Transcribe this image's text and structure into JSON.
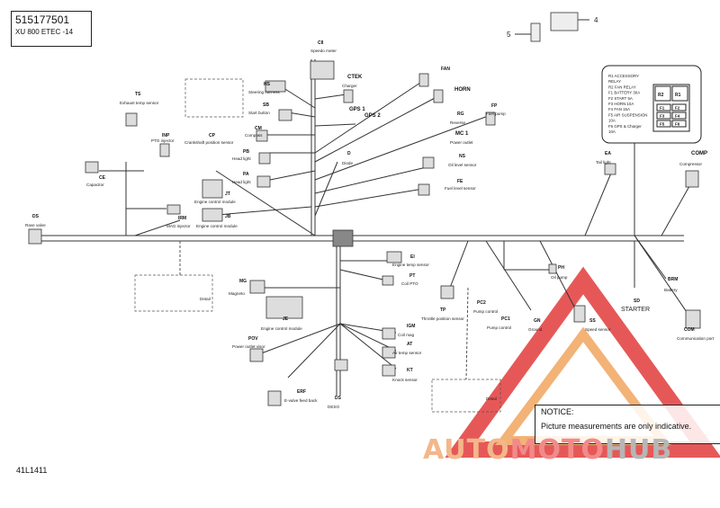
{
  "header": {
    "part_number": "515177501",
    "model": "XU 800 ETEC -14"
  },
  "reference_code": "41L1411",
  "notice": {
    "title": "NOTICE:",
    "text": "Picture measurements are only indicative."
  },
  "watermark": {
    "part1": "AUTO",
    "part2": "MOTO",
    "part3": "HUB"
  },
  "callouts": {
    "c4": "4",
    "c5": "5"
  },
  "fuse_legend": {
    "lines": [
      "R1 ACCESSORY",
      "RELAY",
      "R2 FAN RELAY",
      "F1 BATTERY 30A",
      "F2 START 5A",
      "F3 HORN 10A",
      "F4 FAN 15A",
      "F5 AIR SUSPENSION",
      "10A",
      "F6 GPS & Charger",
      "10A"
    ],
    "relays": [
      "R2",
      "R1"
    ],
    "fuses": [
      "F1",
      "F2",
      "F3",
      "F4",
      "F5",
      "F6"
    ]
  },
  "components": [
    {
      "id": "speedo",
      "code": "CII",
      "name": "Speedo meter"
    },
    {
      "id": "charger",
      "code": "CTEK",
      "name": "Charger"
    },
    {
      "id": "fan",
      "code": "FAN",
      "name": ""
    },
    {
      "id": "horn",
      "code": "HORN",
      "name": ""
    },
    {
      "id": "steering",
      "code": "HS",
      "name": "Steering harness"
    },
    {
      "id": "start",
      "code": "SB",
      "name": "Start button"
    },
    {
      "id": "exhaust",
      "code": "TS",
      "name": "Exhaust temp sensor"
    },
    {
      "id": "gps1",
      "code": "GPS 1",
      "name": ""
    },
    {
      "id": "gps2",
      "code": "GPS 2",
      "name": ""
    },
    {
      "id": "reverse",
      "code": "RG",
      "name": "Reverse"
    },
    {
      "id": "fuelpump",
      "code": "FP",
      "name": "Fuel pump"
    },
    {
      "id": "compass",
      "code": "CM",
      "name": "Compass"
    },
    {
      "id": "crank",
      "code": "CP",
      "name": "Crankshaft position sensor"
    },
    {
      "id": "pto",
      "code": "INP",
      "name": "PTO injector"
    },
    {
      "id": "headlight1",
      "code": "PB",
      "name": "Head light"
    },
    {
      "id": "headlight2",
      "code": "PA",
      "name": "Head light"
    },
    {
      "id": "diode",
      "code": "D",
      "name": "Diode"
    },
    {
      "id": "poweroutlet",
      "code": "MC 1",
      "name": "Power outlet"
    },
    {
      "id": "oillevel",
      "code": "NS",
      "name": "Oil level sensor"
    },
    {
      "id": "fuellevel",
      "code": "FE",
      "name": "Fuel level sensor"
    },
    {
      "id": "capacitor",
      "code": "CE",
      "name": "Capacitor"
    },
    {
      "id": "ecm1",
      "code": "JT",
      "name": "Engine control module"
    },
    {
      "id": "ecm2",
      "code": "JB",
      "name": "Engine control module"
    },
    {
      "id": "mag",
      "code": "IRM",
      "name": "MAG injector"
    },
    {
      "id": "rave",
      "code": "DS",
      "name": "Rave valve"
    },
    {
      "id": "taillight",
      "code": "EA",
      "name": "Tail light"
    },
    {
      "id": "compressor",
      "code": "COMP",
      "name": "Compressor"
    },
    {
      "id": "enginetemp",
      "code": "EI",
      "name": "Engine temp sensor"
    },
    {
      "id": "coilpto",
      "code": "PT",
      "name": "Coil PTO"
    },
    {
      "id": "oilpump",
      "code": "PH",
      "name": "Oil pump"
    },
    {
      "id": "battery",
      "code": "BRM",
      "name": "Battery"
    },
    {
      "id": "magneto",
      "code": "MG",
      "name": "Magneto"
    },
    {
      "id": "ecm3",
      "code": "JE",
      "name": "Engine control module"
    },
    {
      "id": "tps",
      "code": "TP",
      "name": "Throttle position sensor"
    },
    {
      "id": "pumpcontrol1",
      "code": "PC2",
      "name": "Pump control"
    },
    {
      "id": "pumpcontrol2",
      "code": "PC1",
      "name": "Pump control"
    },
    {
      "id": "ground",
      "code": "GN",
      "name": "Ground"
    },
    {
      "id": "speedsensor",
      "code": "SS",
      "name": "Speed sensor"
    },
    {
      "id": "starter",
      "code": "SD",
      "name": "STARTER"
    },
    {
      "id": "commport",
      "code": "COM",
      "name": "Communication port"
    },
    {
      "id": "coilmag",
      "code": "IGM",
      "name": "Coil mag"
    },
    {
      "id": "airtemp",
      "code": "AT",
      "name": "Air temp sensor"
    },
    {
      "id": "knock",
      "code": "KT",
      "name": "Knock sensor"
    },
    {
      "id": "powervisor",
      "code": "POV",
      "name": "Power outlet visor"
    },
    {
      "id": "erf",
      "code": "ERF",
      "name": "E-valve feed back"
    },
    {
      "id": "deso",
      "code": "DS",
      "name": "DESO"
    },
    {
      "id": "detail1",
      "code": "",
      "name": "Detail"
    },
    {
      "id": "detail2",
      "code": "",
      "name": "Detail"
    }
  ],
  "colors": {
    "line": "#333333",
    "watermark_red": "#e23b3b",
    "watermark_orange": "#f1a55f"
  }
}
